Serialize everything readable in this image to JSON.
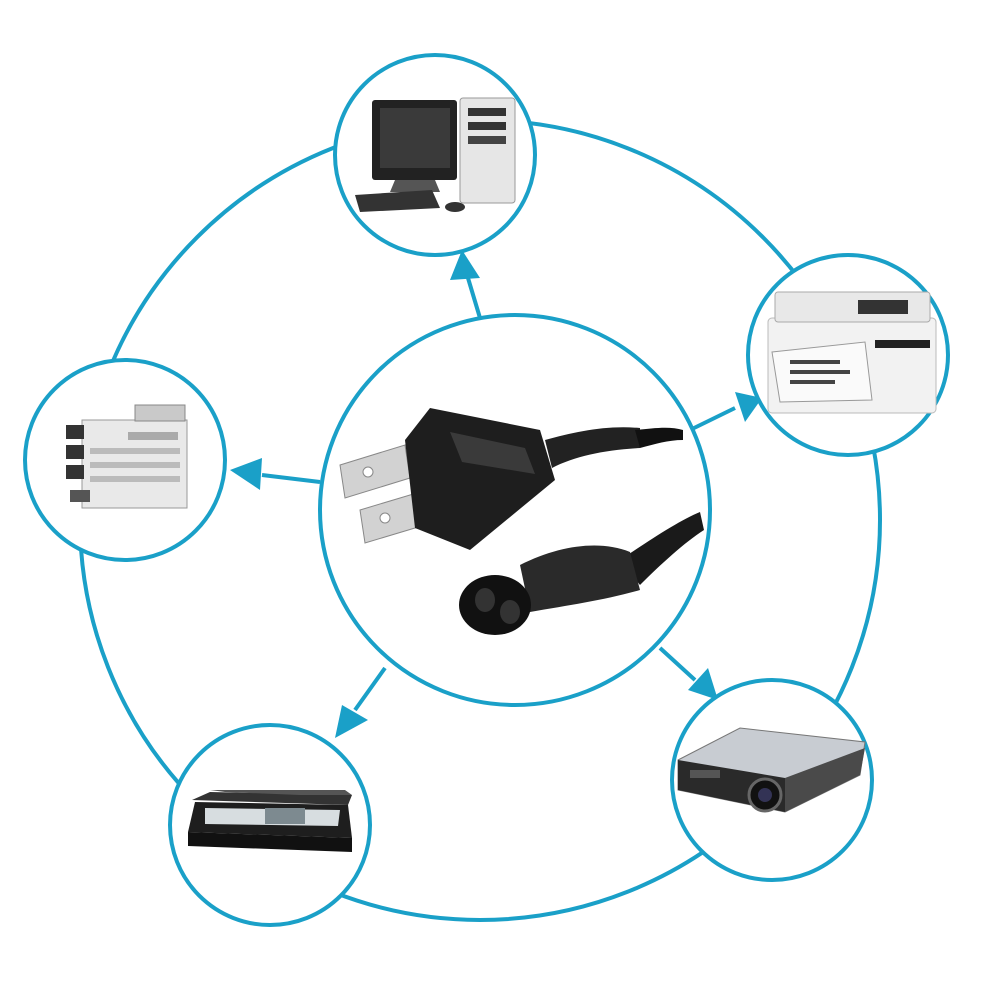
{
  "diagram": {
    "accent_color": "#1aa0c8",
    "center": {
      "name": "power-cord",
      "icon": "ac-power-cord-icon"
    },
    "devices": [
      {
        "name": "desktop-computer",
        "icon": "desktop-computer-icon"
      },
      {
        "name": "laser-printer",
        "icon": "printer-icon"
      },
      {
        "name": "projector",
        "icon": "projector-icon"
      },
      {
        "name": "flatbed-scanner",
        "icon": "scanner-icon"
      },
      {
        "name": "office-copier",
        "icon": "copier-icon"
      }
    ]
  }
}
